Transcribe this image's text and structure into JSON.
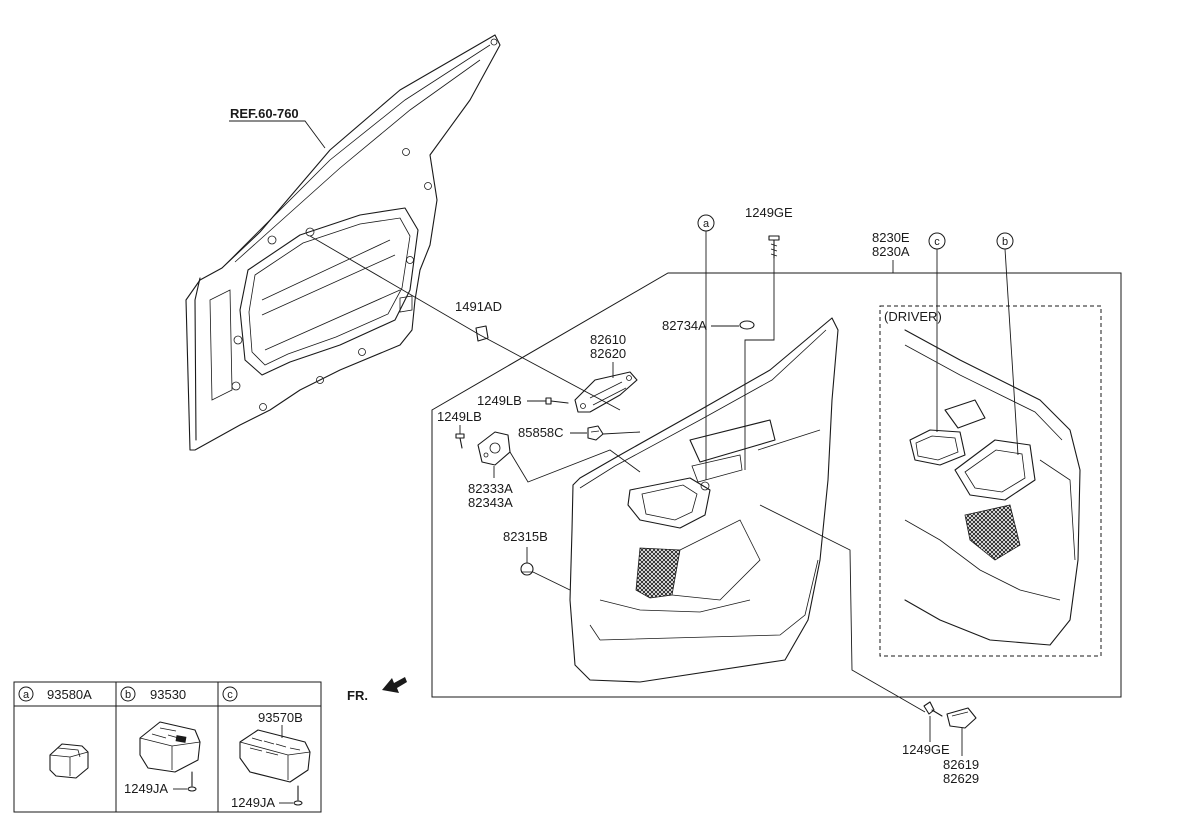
{
  "labels": {
    "ref": "REF.60-760",
    "p1491AD": "1491AD",
    "p1249GE_top": "1249GE",
    "p8230E": "8230E",
    "p8230A": "8230A",
    "p82734A": "82734A",
    "p82610": "82610",
    "p82620": "82620",
    "p1249LB_a": "1249LB",
    "p1249LB_b": "1249LB",
    "p85858C": "85858C",
    "p82333A": "82333A",
    "p82343A": "82343A",
    "p82315B": "82315B",
    "driver": "(DRIVER)",
    "p1249GE_bot": "1249GE",
    "p82619": "82619",
    "p82629": "82629",
    "fr": "FR."
  },
  "callouts": {
    "a": "a",
    "b": "b",
    "c": "c"
  },
  "legend": {
    "a": {
      "letter": "a",
      "part": "93580A"
    },
    "b": {
      "letter": "b",
      "part": "93530",
      "screw": "1249JA"
    },
    "c": {
      "letter": "c",
      "part": "93570B",
      "screw": "1249JA"
    }
  }
}
